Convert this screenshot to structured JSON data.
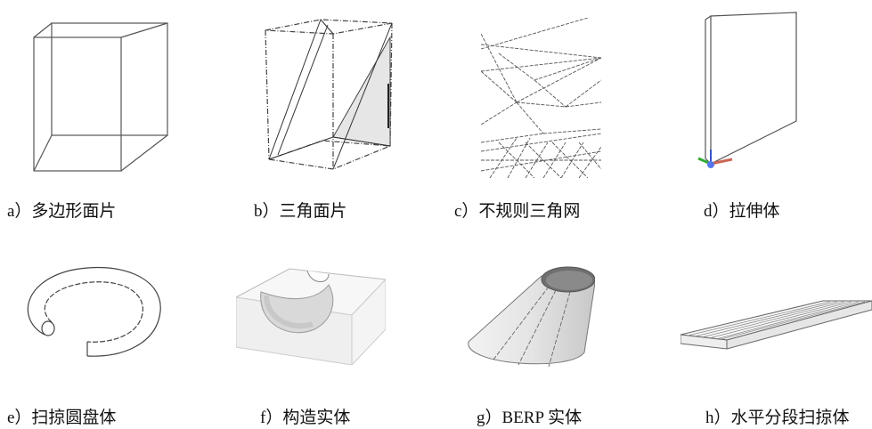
{
  "captions": {
    "a": "a）多边形面片",
    "b": "b）三角面片",
    "c": "c）不规则三角网",
    "d": "d）拉伸体",
    "e": "e）扫掠圆盘体",
    "f": "f）构造实体",
    "g": "g）BERP 实体",
    "h": "h）水平分段扫掠体"
  }
}
